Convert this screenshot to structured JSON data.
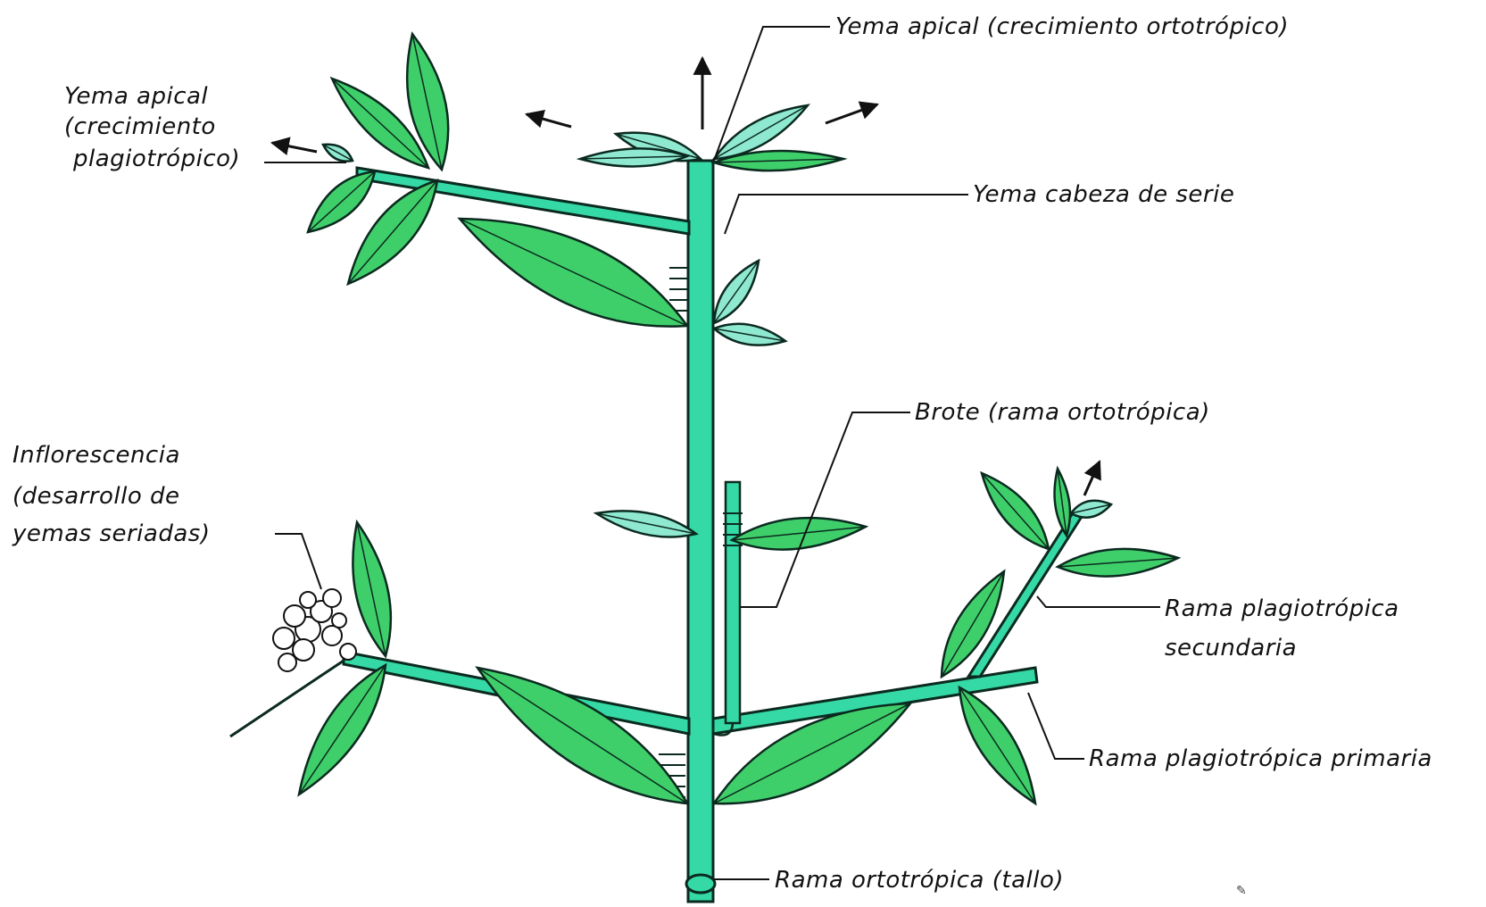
{
  "labels": {
    "yema_apical_orto": "Yema apical (crecimiento ortotrópico)",
    "yema_apical_plagio_1": "Yema apical",
    "yema_apical_plagio_2": "(crecimiento",
    "yema_apical_plagio_3": "plagiotrópico)",
    "yema_cabeza": "Yema cabeza de serie",
    "brote": "Brote (rama ortotrópica)",
    "inflorescencia_1": "Inflorescencia",
    "inflorescencia_2": "(desarrollo de",
    "inflorescencia_3": "yemas seriadas)",
    "rama_plagio_sec_1": "Rama plagiotrópica",
    "rama_plagio_sec_2": "secundaria",
    "rama_plagio_prim": "Rama plagiotrópica primaria",
    "rama_orto": "Rama ortotrópica (tallo)"
  },
  "colors": {
    "stem": "#35d9a5",
    "leaf": "#3fcf6a",
    "leaf_light": "#8fe8d0",
    "outline": "#0b2a1f"
  }
}
